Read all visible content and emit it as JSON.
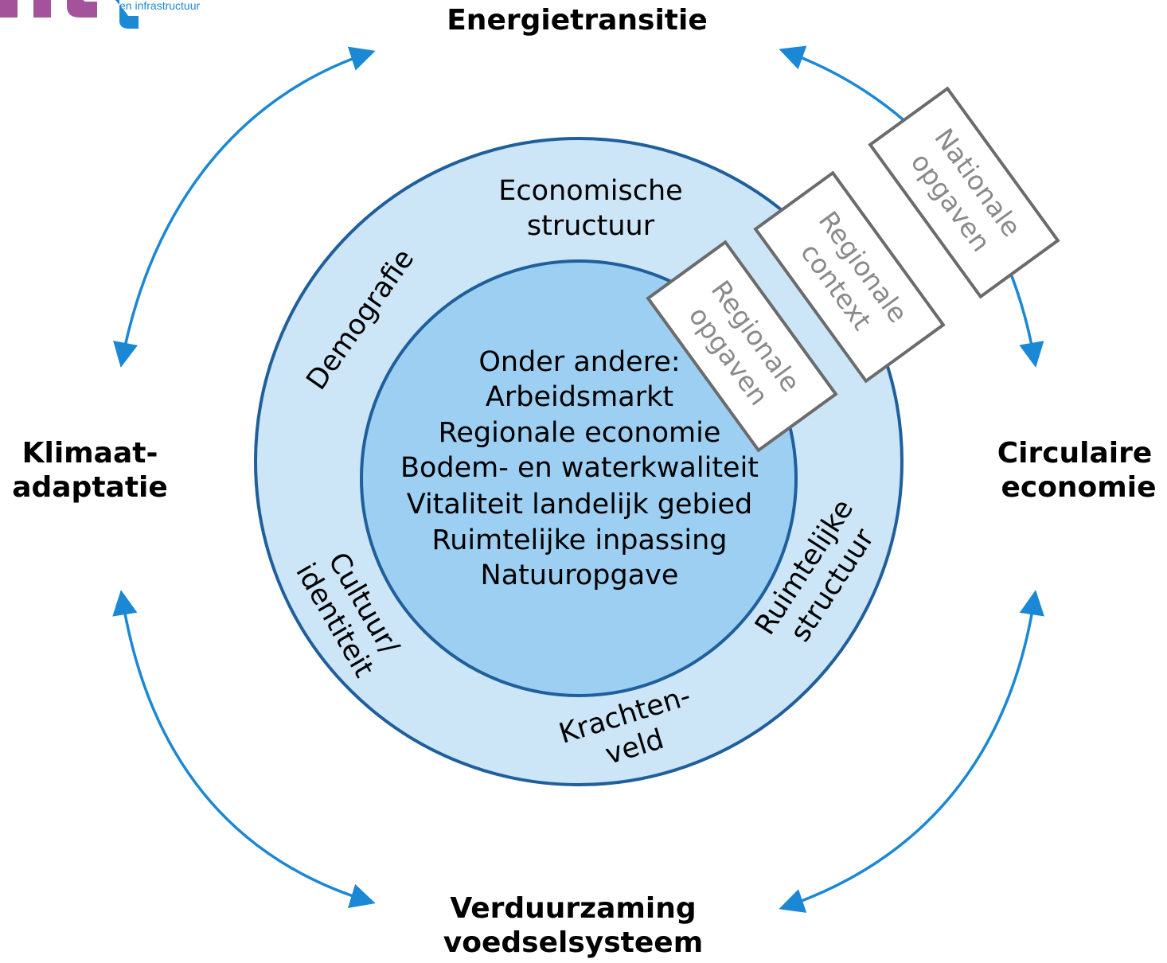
{
  "logo": {
    "subtitle": "en infrastructuur",
    "colors": {
      "purple": "#a4539b",
      "blue": "#1a8ad4"
    }
  },
  "themes": {
    "top": "Energietransitie",
    "left": [
      "Klimaat-",
      "adaptatie"
    ],
    "right": [
      "Circulaire",
      "economie"
    ],
    "bottom": [
      "Verduurzaming",
      "voedselsysteem"
    ]
  },
  "outer_ring": {
    "top": [
      "Economische",
      "structuur"
    ],
    "upper_left": "Demografie",
    "lower_left": [
      "Cultuur/",
      "identiteit"
    ],
    "bottom": [
      "Krachten-",
      "veld"
    ],
    "lower_right": [
      "Ruimtelijke",
      "structuur"
    ]
  },
  "core": {
    "lines": [
      "Onder andere:",
      "Arbeidsmarkt",
      "Regionale economie",
      "Bodem- en waterkwaliteit",
      "Vitaliteit landelijk gebied",
      "Ruimtelijke inpassing",
      "Natuuropgave"
    ]
  },
  "boxes": {
    "inner": [
      "Regionale",
      "opgaven"
    ],
    "middle": [
      "Regionale",
      "context"
    ],
    "outer": [
      "Nationale",
      "opgaven"
    ]
  },
  "colors": {
    "outer_circle_fill": "#cce5f7",
    "inner_circle_fill": "#9ccff2",
    "circle_stroke": "#1f5f9b",
    "arrow": "#1a88d4",
    "box_stroke": "#6b6b6b",
    "box_text": "#8a8a8a"
  }
}
